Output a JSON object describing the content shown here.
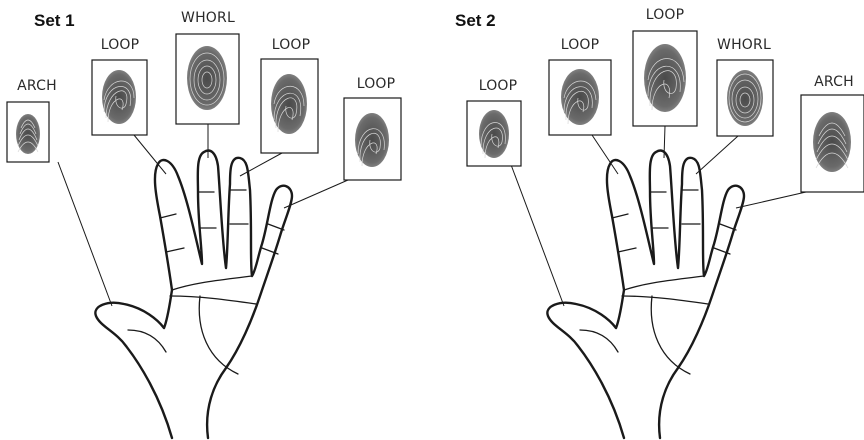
{
  "sets": [
    {
      "title": "Set 1",
      "prints": [
        {
          "finger": "thumb",
          "type": "ARCH"
        },
        {
          "finger": "index",
          "type": "LOOP"
        },
        {
          "finger": "middle",
          "type": "WHORL"
        },
        {
          "finger": "ring",
          "type": "LOOP"
        },
        {
          "finger": "little",
          "type": "LOOP"
        }
      ]
    },
    {
      "title": "Set 2",
      "prints": [
        {
          "finger": "thumb",
          "type": "LOOP"
        },
        {
          "finger": "index",
          "type": "LOOP"
        },
        {
          "finger": "middle",
          "type": "LOOP"
        },
        {
          "finger": "ring",
          "type": "WHORL"
        },
        {
          "finger": "little",
          "type": "ARCH"
        }
      ]
    }
  ]
}
